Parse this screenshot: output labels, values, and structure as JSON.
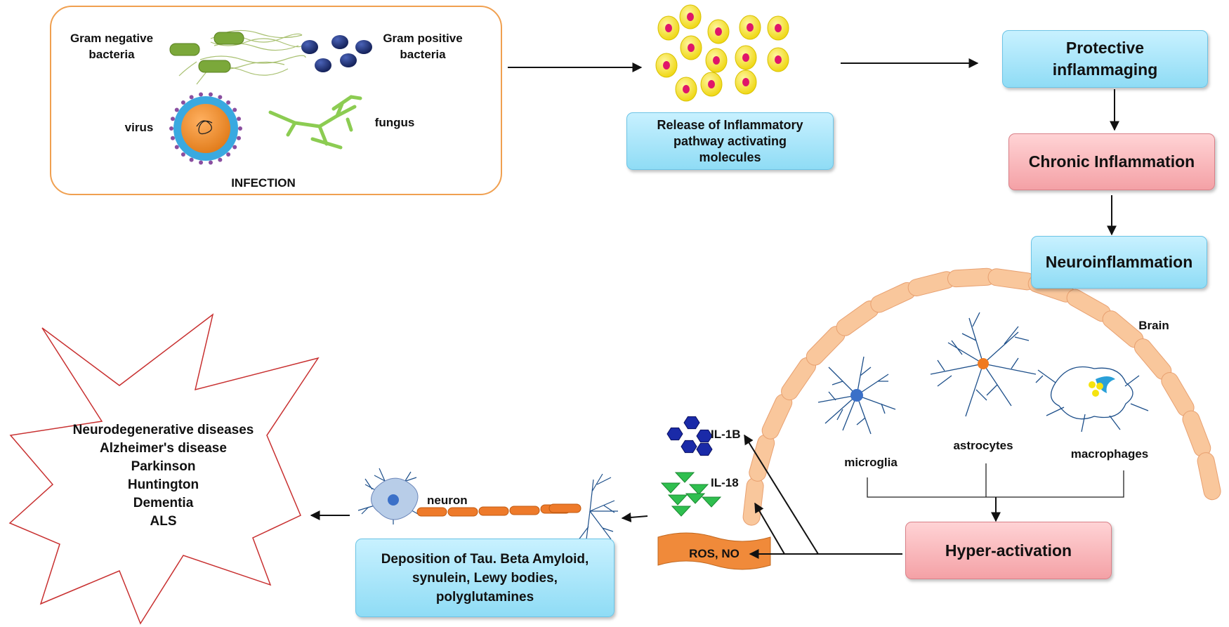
{
  "infection": {
    "gram_negative": "Gram negative\nbacteria",
    "gram_positive": "Gram positive\nbacteria",
    "virus": "virus",
    "fungus": "fungus",
    "title": "INFECTION"
  },
  "release_box": "Release of Inflammatory\npathway activating\nmolecules",
  "protective_box": "Protective\ninflammaging",
  "chronic_box": "Chronic Inflammation",
  "neuroinflammation_box": "Neuroinflammation",
  "brain_label": "Brain",
  "cells": {
    "microglia": "microglia",
    "astrocytes": "astrocytes",
    "macrophages": "macrophages"
  },
  "hyper_box": "Hyper-activation",
  "il1b": "IL-1B",
  "il18": "IL-18",
  "ros_no": "ROS, NO",
  "neuron": "neuron",
  "deposition_box": "Deposition of Tau. Beta Amyloid,\nsynulein, Lewy bodies,\npolyglutamines",
  "diseases": [
    "Neurodegenerative diseases",
    "Alzheimer's disease",
    "Parkinson",
    "Huntington",
    "Dementia",
    "ALS"
  ],
  "colors": {
    "infection_border": "#f0a050",
    "bacteria_green": "#7ba83a",
    "gram_positive_blue": "#1d2f73",
    "virus_orange": "#f08a28",
    "virus_spike": "#3aa9e0",
    "fungus_green": "#8ccc52",
    "cell_yellow": "#f5e30f",
    "cell_nucleus": "#e0156a",
    "brain_segment": "#f9c79c",
    "star_red": "#c83030",
    "cytokine_blue": "#1a2aa8",
    "il18_green": "#2fbf4f",
    "ros_orange": "#f08a3a",
    "axon_orange": "#ee7a2a"
  }
}
